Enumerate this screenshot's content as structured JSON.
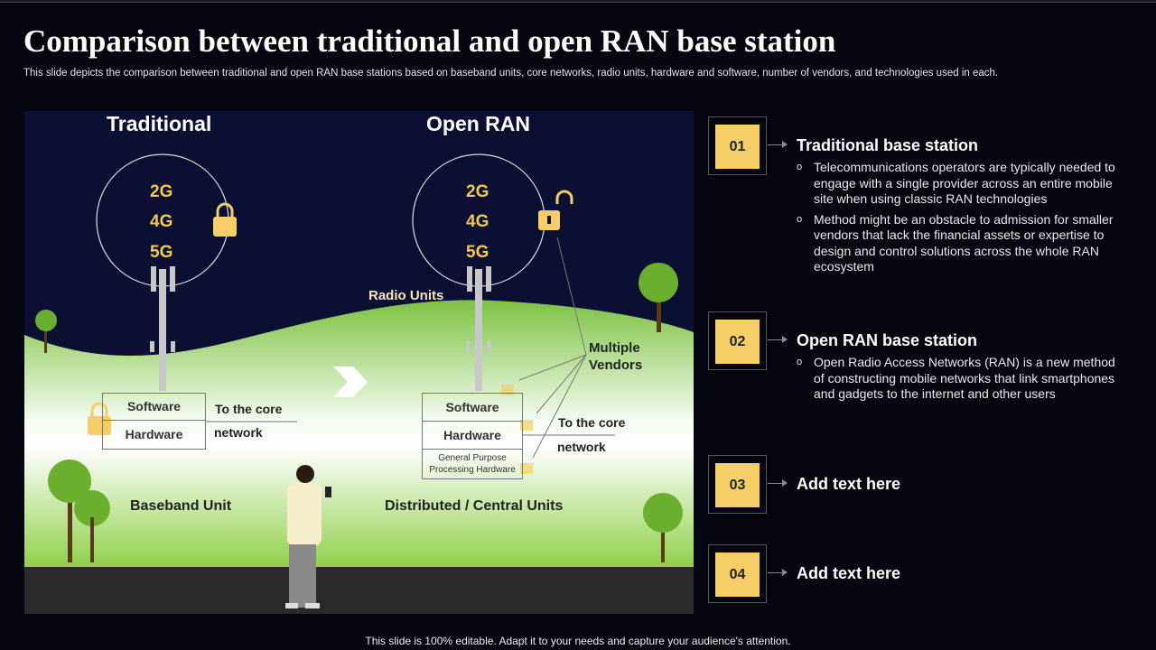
{
  "header": {
    "title": "Comparison between traditional and open RAN base station",
    "subtitle": "This slide depicts the comparison between traditional and open RAN base stations based on baseband units, core networks, radio units, hardware and software, number of vendors, and technologies used in each."
  },
  "illustration": {
    "traditional": {
      "heading": "Traditional",
      "gens": [
        "2G",
        "4G",
        "5G"
      ],
      "software": "Software",
      "hardware": "Hardware",
      "core_line1": "To the core",
      "core_line2": "network",
      "unit_label": "Baseband Unit"
    },
    "open": {
      "heading": "Open RAN",
      "gens": [
        "2G",
        "4G",
        "5G"
      ],
      "radio_units": "Radio Units",
      "software": "Software",
      "hardware": "Hardware",
      "gpp": "General Purpose Processing Hardware",
      "core_line1": "To the core",
      "core_line2": "network",
      "vendors_line1": "Multiple",
      "vendors_line2": "Vendors",
      "unit_label": "Distributed / Central Units"
    }
  },
  "items": [
    {
      "number": "01",
      "title": "Traditional base station",
      "bullets": [
        "Telecommunications operators are typically needed to engage with a single provider across an entire mobile site when using classic RAN technologies",
        "Method might be an obstacle to admission for smaller vendors that lack the financial assets or expertise to design and control solutions across the whole RAN ecosystem"
      ]
    },
    {
      "number": "02",
      "title": "Open RAN base station",
      "bullets": [
        "Open Radio Access Networks (RAN) is a new method of constructing mobile networks that link smartphones and gadgets to the internet and other users"
      ]
    },
    {
      "number": "03",
      "title": "Add text here"
    },
    {
      "number": "04",
      "title": "Add text here"
    }
  ],
  "footer": "This slide is 100% editable. Adapt it to your needs and capture your audience's attention.",
  "colors": {
    "accent": "#f5cf66",
    "background": "#05060f",
    "sky": "#0b1033",
    "grass": "#7cc242"
  }
}
